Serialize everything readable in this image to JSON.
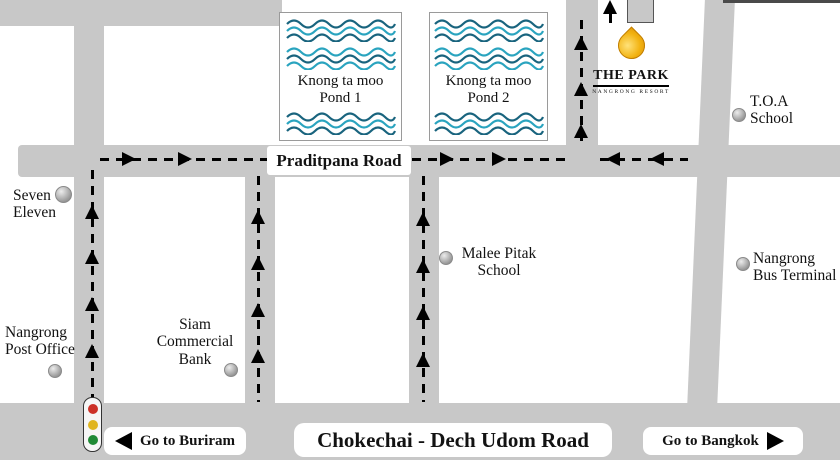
{
  "roads": {
    "praditpana_label": "Praditpana Road",
    "chokechai_label": "Chokechai - Dech Udom Road",
    "go_buriram_label": "Go to Buriram",
    "go_bangkok_label": "Go to Bangkok"
  },
  "ponds": [
    {
      "name": "Knong ta moo",
      "sub": "Pond 1"
    },
    {
      "name": "Knong ta moo",
      "sub": "Pond 2"
    }
  ],
  "resort": {
    "title": "THE PARK",
    "subtitle": "NANGRONG RESORT"
  },
  "landmarks": [
    {
      "id": "seven-eleven",
      "lines": [
        "Seven",
        "Eleven"
      ]
    },
    {
      "id": "toa-school",
      "lines": [
        "T.O.A",
        "School"
      ]
    },
    {
      "id": "malee-pitak-school",
      "lines": [
        "Malee Pitak",
        "School"
      ]
    },
    {
      "id": "nangrong-bus-terminal",
      "lines": [
        "Nangrong",
        "Bus Terminal"
      ]
    },
    {
      "id": "siam-commercial-bank",
      "lines": [
        "Siam",
        "Commercial",
        "Bank"
      ]
    },
    {
      "id": "nangrong-post-office",
      "lines": [
        "Nangrong",
        "Post Office"
      ]
    }
  ],
  "icons": {
    "flame": "flame-icon",
    "traffic_light": "traffic-light-icon",
    "route_arrows": "route-direction-arrows",
    "pond_waves": "water-waves"
  },
  "colors": {
    "road": "#c8c8c8",
    "route_dash": "#000000",
    "wave_teal": "#2aa4bf",
    "wave_dark": "#19647e",
    "flame_gold": "#f2b210",
    "traffic_red": "#cc3128",
    "traffic_yellow": "#e0b520",
    "traffic_green": "#1f8a35"
  }
}
